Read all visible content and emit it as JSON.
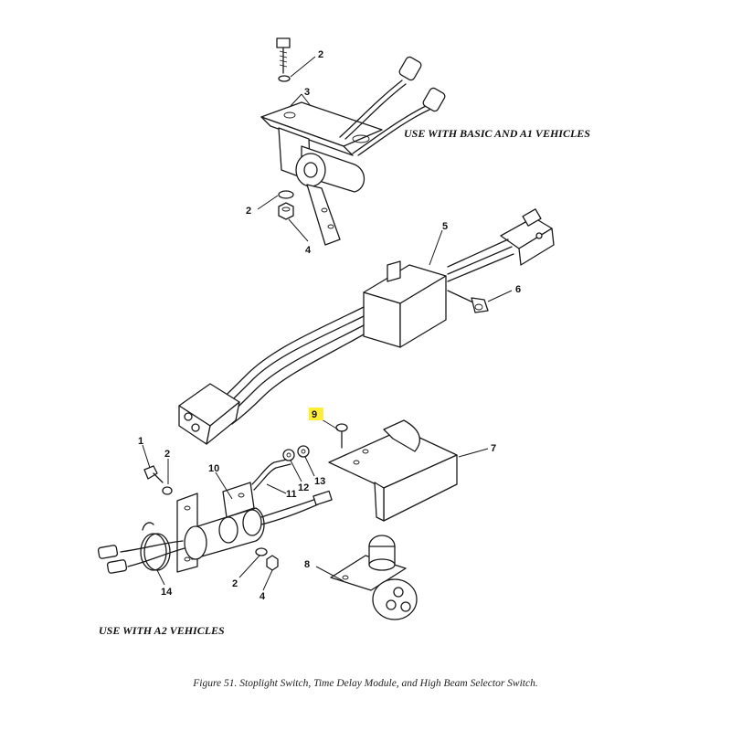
{
  "labels": {
    "top_section": "USE WITH BASIC AND A1 VEHICLES",
    "bottom_section": "USE WITH A2 VEHICLES"
  },
  "caption": "Figure 51.  Stoplight Switch, Time Delay Module, and High Beam Selector Switch.",
  "callouts": {
    "c1": "1",
    "c2a": "2",
    "c2b": "2",
    "c2c": "2",
    "c2d": "2",
    "c3": "3",
    "c4a": "4",
    "c4b": "4",
    "c5": "5",
    "c6": "6",
    "c7": "7",
    "c8": "8",
    "c9": "9",
    "c10": "10",
    "c11": "11",
    "c12": "12",
    "c13": "13",
    "c14": "14"
  },
  "highlight_color": "#ffee33"
}
